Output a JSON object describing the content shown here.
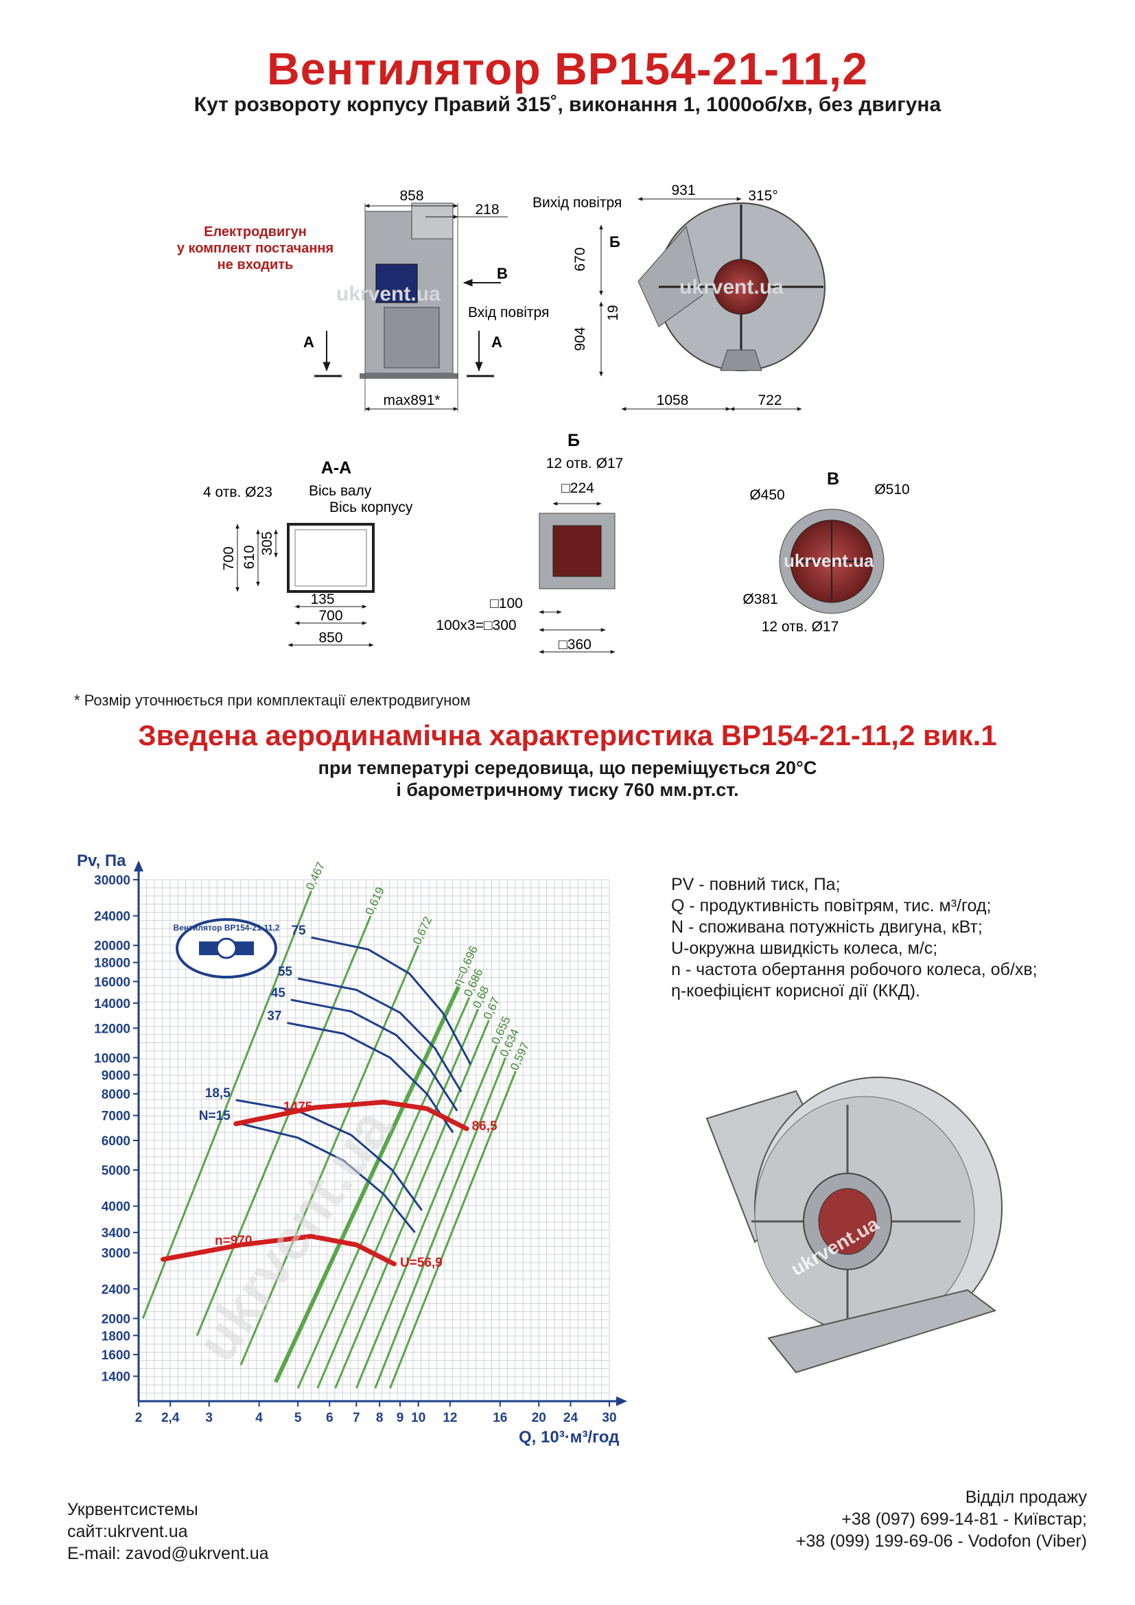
{
  "title": "Вентилятор ВР154-21-11,2",
  "subtitle": "Кут розвороту корпусу Правий 315˚, виконання 1, 1000об/хв, без двигуна",
  "drawings": {
    "side": {
      "dim_top": "858",
      "dim_right": "218",
      "dim_bottom": "max891*",
      "motor_note": [
        "Електродвигун",
        "у комплект постачання",
        "не входить"
      ],
      "arrow_b": "В",
      "air_in": "Вхід повітря",
      "section_left": "А",
      "section_right": "А"
    },
    "front": {
      "air_out": "Вихід повітря",
      "dim_top": "931",
      "angle": "315°",
      "label_b": "Б",
      "dim_670": "670",
      "dim_19": "19",
      "dim_904": "904",
      "dim_1058": "1058",
      "dim_722": "722"
    },
    "aa": {
      "title": "А-А",
      "holes": "4 отв. Ø23",
      "shaft_axis": "Вісь валу",
      "body_axis": "Вісь корпусу",
      "d700": "700",
      "d610": "610",
      "d305": "305",
      "d135": "135",
      "d700b": "700",
      "d850": "850"
    },
    "flange_b": {
      "title": "Б",
      "holes": "12 отв. Ø17",
      "sq224": "□224",
      "sq100": "□100",
      "pitch": "100х3=□300",
      "sq360": "□360"
    },
    "flange_v": {
      "title": "В",
      "d450": "Ø450",
      "d510": "Ø510",
      "d381": "Ø381",
      "holes": "12 отв. Ø17"
    },
    "watermark": "ukrvent.ua"
  },
  "footnote": "* Розмір уточнюється при комплектації електродвигуном",
  "chart_title": "Зведена аеродинамічна характеристика ВР154-21-11,2 вик.1",
  "chart_subtitle_1": "при температурі середовища, що переміщується 20°С",
  "chart_subtitle_2": "і барометричному тиску 760 мм.рт.ст.",
  "logo_text": "Вентилятор ВР154-21-11,2",
  "legend": [
    "PV - повний тиск, Па;",
    "Q - продуктивність повітрям, тис. м³/год;",
    "N - споживана потужність двигуна, кВт;",
    "U-окружна швидкість колеса, м/с;",
    "n - частота обертання робочого колеса, об/хв;",
    "η-коефіцієнт корисної дії (ККД)."
  ],
  "chart_data": {
    "type": "line",
    "xlabel": "Q, 10³·м³/год",
    "ylabel": "Pv, Па",
    "x_scale": "log",
    "y_scale": "log",
    "xlim": [
      2,
      30
    ],
    "ylim": [
      1200,
      30000
    ],
    "x_ticks": [
      "2",
      "2,4",
      "3",
      "4",
      "5",
      "6",
      "7",
      "8",
      "9",
      "10",
      "12",
      "16",
      "20",
      "24",
      "30"
    ],
    "y_ticks": [
      "30000",
      "24000",
      "20000",
      "18000",
      "16000",
      "14000",
      "12000",
      "10000",
      "9000",
      "8000",
      "7000",
      "6000",
      "5000",
      "4000",
      "3400",
      "3000",
      "2400",
      "2000",
      "1800",
      "1600",
      "1400"
    ],
    "grid": true,
    "series": [
      {
        "name": "n=1475",
        "color": "#d01f1f",
        "x": [
          3.5,
          5.5,
          8.2,
          10.5,
          13.2
        ],
        "y": [
          6650,
          7350,
          7600,
          7300,
          6450
        ]
      },
      {
        "name": "n=970",
        "color": "#d01f1f",
        "x": [
          2.3,
          3.6,
          5.4,
          7.0,
          8.7
        ],
        "y": [
          2880,
          3150,
          3320,
          3150,
          2800
        ]
      }
    ],
    "power_curves": [
      {
        "name": "75",
        "color": "#1f3f8a",
        "x": [
          5.4,
          7.5,
          9.5,
          11.5,
          13.5
        ],
        "y": [
          21000,
          19500,
          16800,
          13200,
          9600
        ]
      },
      {
        "name": "55",
        "color": "#1f3f8a",
        "x": [
          5.0,
          7.0,
          9.0,
          11.0,
          12.8
        ],
        "y": [
          16300,
          15200,
          13200,
          10600,
          8100
        ]
      },
      {
        "name": "45",
        "color": "#1f3f8a",
        "x": [
          4.8,
          6.8,
          8.8,
          10.7,
          12.5
        ],
        "y": [
          14300,
          13300,
          11500,
          9300,
          7200
        ]
      },
      {
        "name": "37",
        "color": "#1f3f8a",
        "x": [
          4.7,
          6.5,
          8.5,
          10.5,
          12.2
        ],
        "y": [
          12400,
          11600,
          10000,
          8000,
          6300
        ]
      },
      {
        "name": "18,5",
        "color": "#1f3f8a",
        "x": [
          3.5,
          5.0,
          6.8,
          8.6,
          10.2
        ],
        "y": [
          7700,
          7200,
          6200,
          5000,
          3900
        ]
      },
      {
        "name": "N=15",
        "color": "#1f3f8a",
        "x": [
          3.5,
          5.0,
          6.5,
          8.2,
          9.8
        ],
        "y": [
          6700,
          6100,
          5300,
          4300,
          3400
        ]
      }
    ],
    "efficiency_lines": [
      {
        "name": "0,467",
        "x": [
          2.05,
          5.4
        ],
        "y": [
          2000,
          28000
        ]
      },
      {
        "name": "0,619",
        "x": [
          2.8,
          7.6
        ],
        "y": [
          1800,
          24000
        ]
      },
      {
        "name": "0,672",
        "x": [
          3.6,
          10.0
        ],
        "y": [
          1500,
          20000
        ]
      },
      {
        "name": "η=0,696",
        "x": [
          4.4,
          12.6
        ],
        "y": [
          1350,
          15500
        ]
      },
      {
        "name": "0,686",
        "x": [
          5.0,
          13.4
        ],
        "y": [
          1300,
          14500
        ]
      },
      {
        "name": "0,68",
        "x": [
          5.6,
          14.1
        ],
        "y": [
          1300,
          13500
        ]
      },
      {
        "name": "0,67",
        "x": [
          6.2,
          15.0
        ],
        "y": [
          1300,
          12600
        ]
      },
      {
        "name": "0,655",
        "x": [
          7.0,
          15.7
        ],
        "y": [
          1300,
          10800
        ]
      },
      {
        "name": "0,634",
        "x": [
          7.8,
          16.5
        ],
        "y": [
          1300,
          10000
        ]
      },
      {
        "name": "0,597",
        "x": [
          8.5,
          17.5
        ],
        "y": [
          1300,
          9200
        ]
      }
    ],
    "annotations": [
      {
        "text": "1475",
        "x": 4.6,
        "y": 7200
      },
      {
        "text": "n=970",
        "x": 3.1,
        "y": 3150
      },
      {
        "text": "86,5",
        "x": 13.6,
        "y": 6400
      },
      {
        "text": "U=56,9",
        "x": 9.0,
        "y": 2750
      }
    ]
  },
  "footer_left": [
    "Укрвентсистемы",
    "сайт:ukrvent.ua",
    "E-mail: zavod@ukrvent.ua"
  ],
  "footer_right": [
    "Відділ продажу",
    "+38 (097) 699-14-81 - Київстар;",
    "+38 (099) 199-69-06 - Vodofon (Viber)"
  ]
}
